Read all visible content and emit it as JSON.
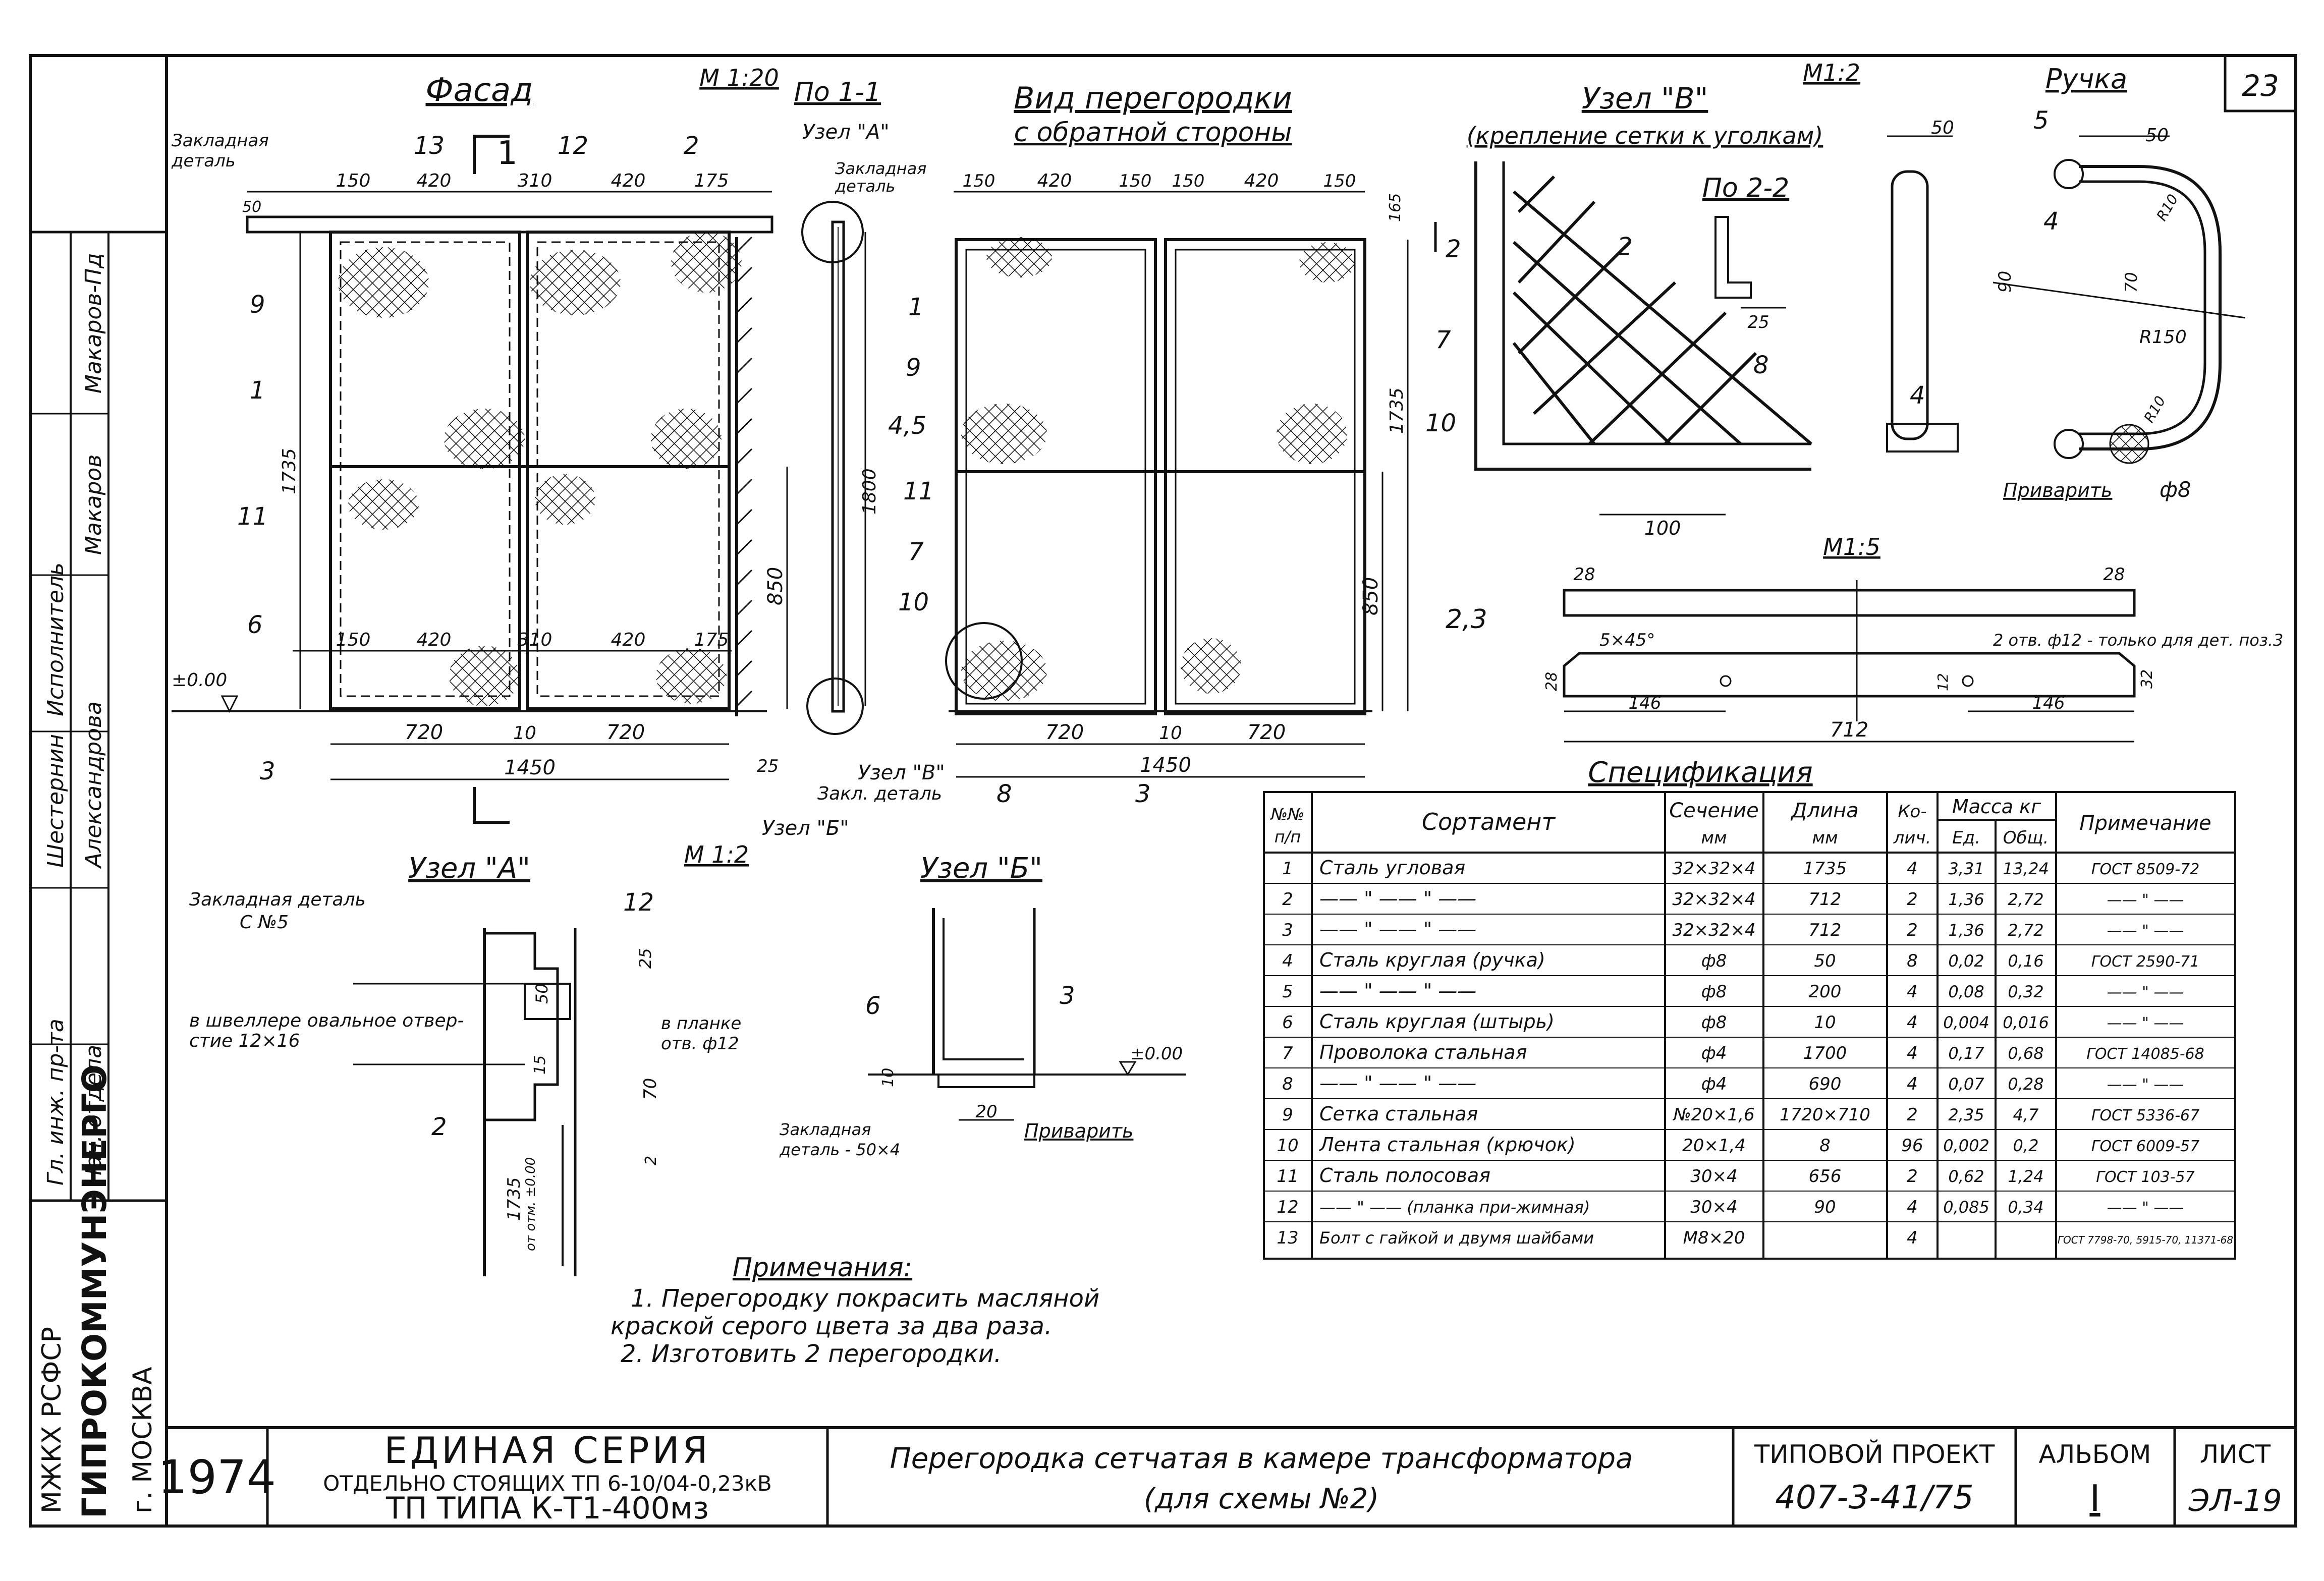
{
  "sheet": {
    "sheet_no": "23",
    "series_line1": "ЕДИНАЯ СЕРИЯ",
    "series_line2": "ОТДЕЛЬНО СТОЯЩИХ ТП 6-10/04-0,23кВ",
    "series_line3": "ТП ТИПА К-Т1-400мз",
    "year": "1974",
    "title_line1": "Перегородка сетчатая в камере трансформатора",
    "title_line2": "(для схемы №2)",
    "project_label": "ТИПОВОЙ ПРОЕКТ",
    "project_no": "407-3-41/75",
    "album_label": "АЛЬБОМ",
    "album_no": "I",
    "list_label": "ЛИСТ",
    "list_no": "ЭЛ-19",
    "org1": "МЖКХ РСФСР",
    "org2": "ГИПРОКОММУНЭНЕРГО",
    "org3": "г. МОСКВА",
    "side_roles": [
      "Гл. инж. пр-та",
      "Нач. отдела",
      "",
      "Исполнитель",
      ""
    ],
    "side_names": [
      "Шестернин",
      "Александрова",
      "Макаров",
      "Макаров-Пд"
    ]
  },
  "views": {
    "facade": {
      "title": "Фасад",
      "scale": "М 1:20"
    },
    "section11": {
      "title": "По 1-1"
    },
    "partition_back": {
      "title_line1": "Вид перегородки",
      "title_line2": "с обратной стороны"
    },
    "node_v": {
      "title": "Узел \"В\"",
      "subtitle": "(крепление сетки к уголкам)",
      "scale": "М1:2",
      "section": "По 2-2"
    },
    "handle": {
      "title": "Ручка"
    },
    "strip": {
      "scale": "М1:5"
    },
    "node_a": {
      "title": "Узел \"А\"",
      "scale": "М 1:2"
    },
    "node_b": {
      "title": "Узел \"Б\""
    }
  },
  "facade": {
    "dims_top": [
      "150",
      "420",
      "310",
      "420",
      "175"
    ],
    "dims_bottom_inner": [
      "150",
      "420",
      "310",
      "420",
      "175"
    ],
    "dims_bottom": [
      "720",
      "10",
      "720"
    ],
    "dim_total": "1450",
    "dim_height": "1735",
    "dim_850": "850",
    "dim_50": "50",
    "dim_25": "25",
    "level": "±0.00",
    "section_mark": "1",
    "callouts": [
      "13",
      "12",
      "2",
      "9",
      "1",
      "11",
      "6",
      "3"
    ],
    "embedded_label_1": "Закладная",
    "embedded_label_2": "деталь"
  },
  "section11": {
    "node_a_label": "Узел \"А\"",
    "embedded_label_1": "Закладная",
    "embedded_label_2": "деталь",
    "callout": "4,5",
    "dim_1800": "1800",
    "node_v_label": "Узел \"В\"",
    "embedded2": "Закл. деталь",
    "node_b_label": "Узел \"Б\""
  },
  "partition_back": {
    "dims_top": [
      "150",
      "420",
      "150",
      "150",
      "420",
      "150"
    ],
    "dims_bottom": [
      "720",
      "10",
      "720"
    ],
    "dim_total": "1450",
    "dim_height": "1735",
    "dim_850": "850",
    "dim_165": "165",
    "callouts": [
      "1",
      "9",
      "11",
      "7",
      "10",
      "8",
      "3"
    ]
  },
  "node_v": {
    "callouts": [
      "2",
      "7",
      "10",
      "2",
      "8"
    ],
    "dim_100": "100",
    "dim_25": "25"
  },
  "handle": {
    "dims": [
      "50",
      "50",
      "90",
      "70",
      "R150",
      "R10",
      "R10"
    ],
    "callouts": [
      "5",
      "4",
      "4"
    ],
    "weld": "Приварить",
    "diam": "ф8"
  },
  "strip": {
    "callout": "2,3",
    "dims": [
      "28",
      "28",
      "146",
      "146",
      "712",
      "28",
      "12",
      "32"
    ],
    "chamfer": "5×45°",
    "hole_note": "2 отв. ф12 - только для дет. поз.3"
  },
  "node_a": {
    "labels": [
      "Закладная деталь",
      "С №5",
      "в швеллере овальное отвер-",
      "стие 12×16",
      "в планке",
      "отв. ф12"
    ],
    "callouts": [
      "12",
      "2"
    ],
    "dims": [
      "50",
      "25",
      "15",
      "70",
      "2",
      "1735",
      "от отм. ±0.00"
    ]
  },
  "node_b": {
    "callouts": [
      "6",
      "3"
    ],
    "labels": [
      "Закладная",
      "деталь - 50×4",
      "Приварить",
      "±0.00"
    ],
    "dims": [
      "10",
      "20"
    ]
  },
  "notes": {
    "title": "Примечания:",
    "lines": [
      "1. Перегородку покрасить масляной",
      "краской серого цвета за два раза.",
      "2. Изготовить 2 перегородки."
    ]
  },
  "spec": {
    "title": "Спецификация",
    "headers": {
      "pos1": "№№",
      "pos2": "п/п",
      "name": "Сортамент",
      "section1": "Сечение",
      "section2": "мм",
      "length1": "Длина",
      "length2": "мм",
      "qty1": "Ко-",
      "qty2": "лич.",
      "mass": "Масса кг",
      "mass_unit": "Ед.",
      "mass_total": "Общ.",
      "note": "Примечание"
    },
    "rows": [
      [
        "1",
        "Сталь угловая",
        "32×32×4",
        "1735",
        "4",
        "3,31",
        "13,24",
        "ГОСТ 8509-72"
      ],
      [
        "2",
        "—— \" —— \" ——",
        "32×32×4",
        "712",
        "2",
        "1,36",
        "2,72",
        "—— \" ——"
      ],
      [
        "3",
        "—— \" —— \" ——",
        "32×32×4",
        "712",
        "2",
        "1,36",
        "2,72",
        "—— \" ——"
      ],
      [
        "4",
        "Сталь круглая (ручка)",
        "ф8",
        "50",
        "8",
        "0,02",
        "0,16",
        "ГОСТ 2590-71"
      ],
      [
        "5",
        "—— \" —— \" ——",
        "ф8",
        "200",
        "4",
        "0,08",
        "0,32",
        "—— \" ——"
      ],
      [
        "6",
        "Сталь круглая (штырь)",
        "ф8",
        "10",
        "4",
        "0,004",
        "0,016",
        "—— \" ——"
      ],
      [
        "7",
        "Проволока стальная",
        "ф4",
        "1700",
        "4",
        "0,17",
        "0,68",
        "ГОСТ 14085-68"
      ],
      [
        "8",
        "—— \" —— \" ——",
        "ф4",
        "690",
        "4",
        "0,07",
        "0,28",
        "—— \" ——"
      ],
      [
        "9",
        "Сетка стальная",
        "№20×1,6",
        "1720×710",
        "2",
        "2,35",
        "4,7",
        "ГОСТ 5336-67"
      ],
      [
        "10",
        "Лента стальная (крючок)",
        "20×1,4",
        "8",
        "96",
        "0,002",
        "0,2",
        "ГОСТ 6009-57"
      ],
      [
        "11",
        "Сталь полосовая",
        "30×4",
        "656",
        "2",
        "0,62",
        "1,24",
        "ГОСТ 103-57"
      ],
      [
        "12",
        "—— \" —— (планка при-жимная)",
        "30×4",
        "90",
        "4",
        "0,085",
        "0,34",
        "—— \" ——"
      ],
      [
        "13",
        "Болт с гайкой и двумя шайбами",
        "М8×20",
        "",
        "4",
        "",
        "",
        "ГОСТ 7798-70, 5915-70, 11371-68"
      ]
    ]
  }
}
